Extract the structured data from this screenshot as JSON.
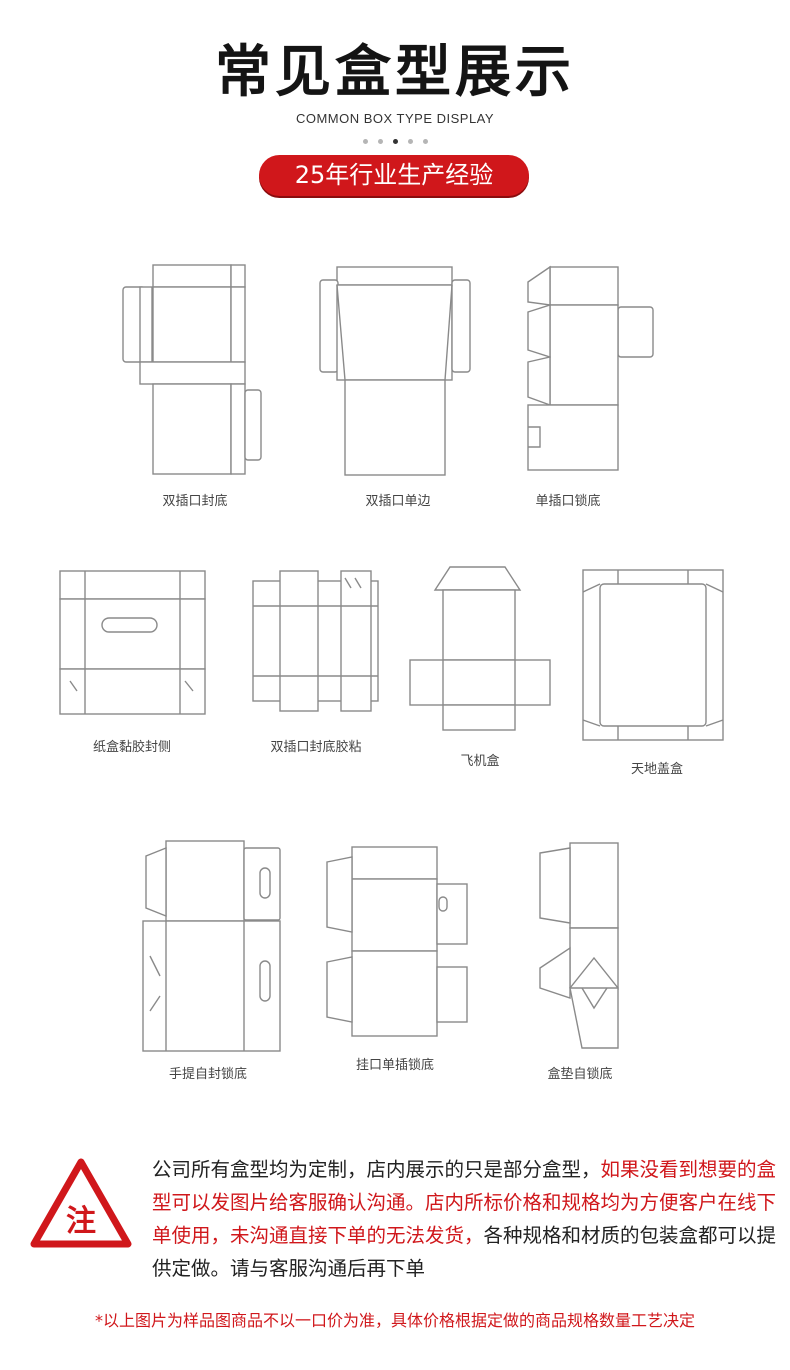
{
  "header": {
    "title": "常见盒型展示",
    "subtitle": "COMMON BOX TYPE DISPLAY",
    "badge": "25年行业生产经验"
  },
  "box_types": [
    "双插口封底",
    "双插口单边",
    "单插口锁底",
    "纸盒黏胶封侧",
    "双插口封底胶粘",
    "飞机盒",
    "天地盖盒",
    "手提自封锁底",
    "挂口单插锁底",
    "盒垫自锁底"
  ],
  "notice": {
    "icon_label": "注",
    "text_part1": "公司所有盒型均为定制，店内展示的只是部分盒型，",
    "text_part2": "如果没看到想要的盒型可以发图片给客服确认沟通。店内所标价格和规格均为方便客户在线下单使用，未沟通直接下单的无法发货，",
    "text_part3": "各种规格和材质的包装盒都可以提供定做。请与客服沟通后再下单"
  },
  "footer": "*以上图片为样品图商品不以一口价为准，具体价格根据定做的商品规格数量工艺决定",
  "colors": {
    "accent": "#d0171b",
    "line": "#8a8a8a"
  }
}
